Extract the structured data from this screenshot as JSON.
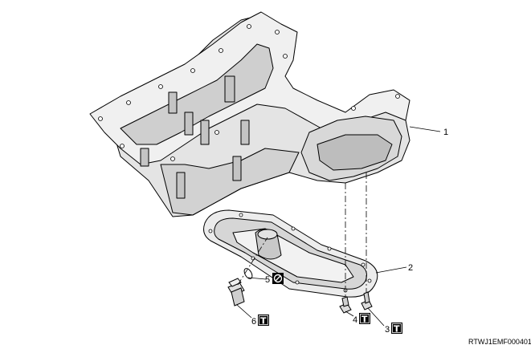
{
  "callouts": {
    "c1": "1",
    "c2": "2",
    "c3": "3",
    "c4": "4",
    "c5": "5",
    "c6": "6"
  },
  "icons": {
    "torque": "T",
    "no_reuse": "⊘"
  },
  "icon_names": [
    "torque-icon",
    "no-reuse-icon"
  ],
  "figure_id": "RTWJ1EMF000401",
  "colors": {
    "part_fill": "#e6e6e6",
    "part_shade": "#cfcfcf",
    "part_dark": "#9a9a9a",
    "line": "#000000",
    "icon_bg": "#000000"
  }
}
